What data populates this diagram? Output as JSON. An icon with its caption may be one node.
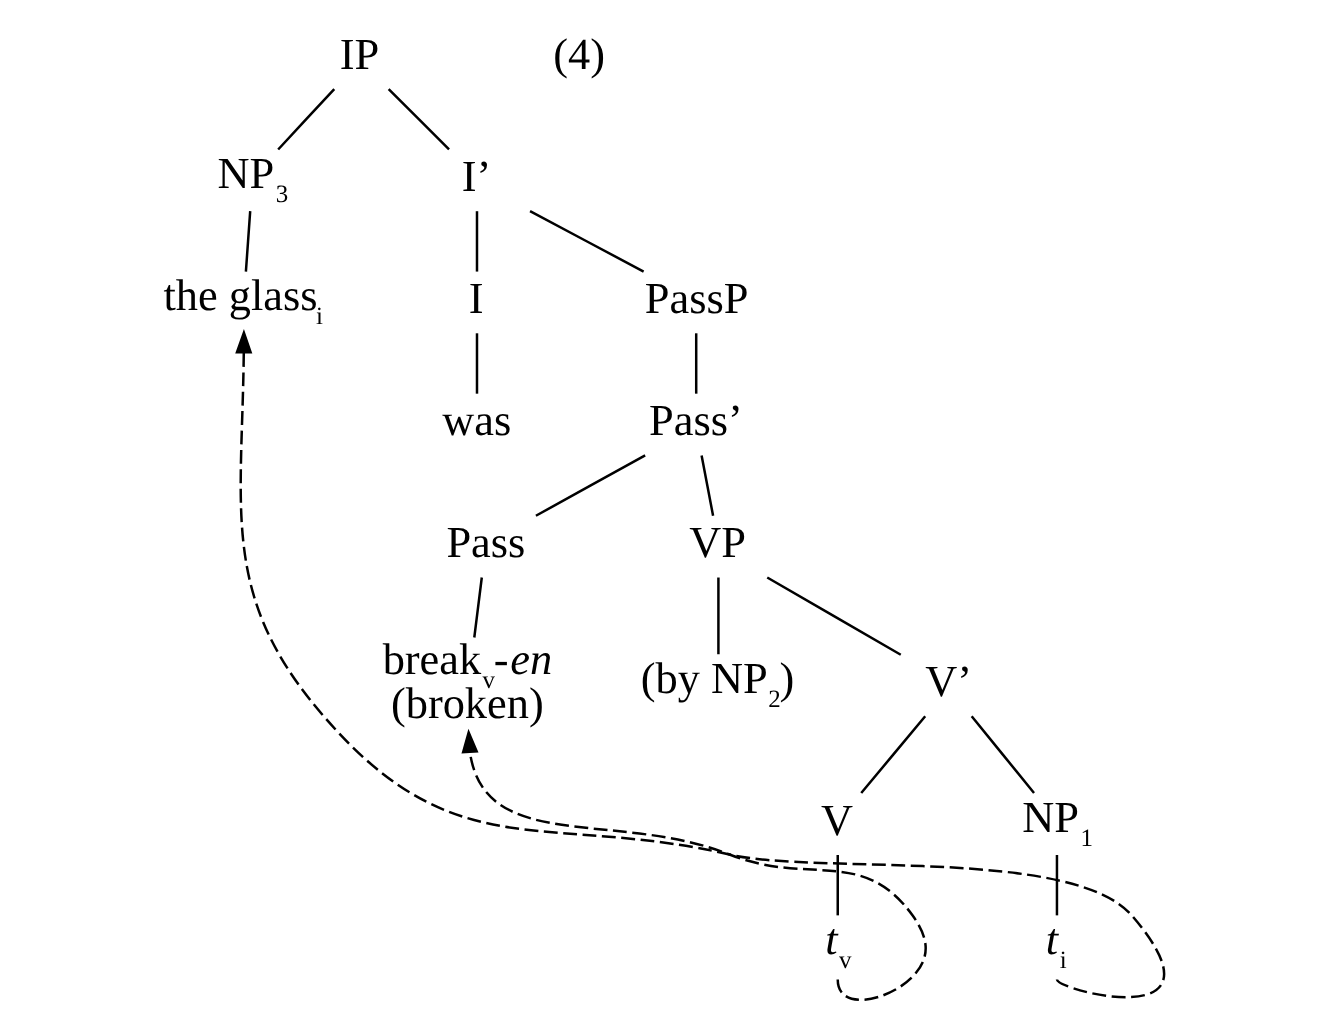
{
  "diagram": {
    "nodes": [
      {
        "text": [
          "IP"
        ]
      },
      {
        "text": [
          "NP$_{3}$"
        ]
      },
      {
        "text": [
          "I’"
        ]
      },
      {
        "text": [
          "the glass$_{i}$"
        ]
      },
      {
        "text": [
          "I"
        ]
      },
      {
        "text": [
          "PassP"
        ]
      },
      {
        "text": [
          "was"
        ]
      },
      {
        "text": [
          "Pass’"
        ]
      },
      {
        "text": [
          "Pass"
        ]
      },
      {
        "text": [
          "VP"
        ]
      },
      {
        "text": [
          "break$_{v}$-*en*",
          "(broken)"
        ]
      },
      {
        "text": [
          "(by NP$_{2}$)"
        ]
      },
      {
        "text": [
          "V’"
        ]
      },
      {
        "text": [
          "V"
        ]
      },
      {
        "text": [
          "NP$_{1}$"
        ]
      },
      {
        "text": [
          "*t*$_{v}$"
        ]
      },
      {
        "text": [
          "*t*$_{i}$"
        ]
      }
    ],
    "edges": [
      {
        "from": 0,
        "to": 1,
        "arrow": "none"
      },
      {
        "from": 0,
        "to": 2,
        "arrow": "none"
      },
      {
        "from": 1,
        "to": 3,
        "arrow": "none"
      },
      {
        "from": 2,
        "to": 4,
        "arrow": "none"
      },
      {
        "from": 2,
        "to": 5,
        "arrow": "none"
      },
      {
        "from": 4,
        "to": 6,
        "arrow": "none"
      },
      {
        "from": 5,
        "to": 7,
        "arrow": "none"
      },
      {
        "from": 7,
        "to": 8,
        "arrow": "none"
      },
      {
        "from": 7,
        "to": 9,
        "arrow": "none"
      },
      {
        "from": 8,
        "to": 10,
        "arrow": "none"
      },
      {
        "from": 9,
        "to": 11,
        "arrow": "none"
      },
      {
        "from": 9,
        "to": 12,
        "arrow": "none"
      },
      {
        "from": 12,
        "to": 13,
        "arrow": "none"
      },
      {
        "from": 12,
        "to": 14,
        "arrow": "none"
      },
      {
        "from": 13,
        "to": 15,
        "arrow": "none"
      },
      {
        "from": 14,
        "to": 16,
        "arrow": "none"
      },
      {
        "from": 15,
        "to": 10,
        "arrow": "to",
        "style": "dashed"
      },
      {
        "from": 16,
        "to": 3,
        "arrow": "to",
        "style": "dashed"
      }
    ],
    "labels": [
      "(4)"
    ]
  }
}
